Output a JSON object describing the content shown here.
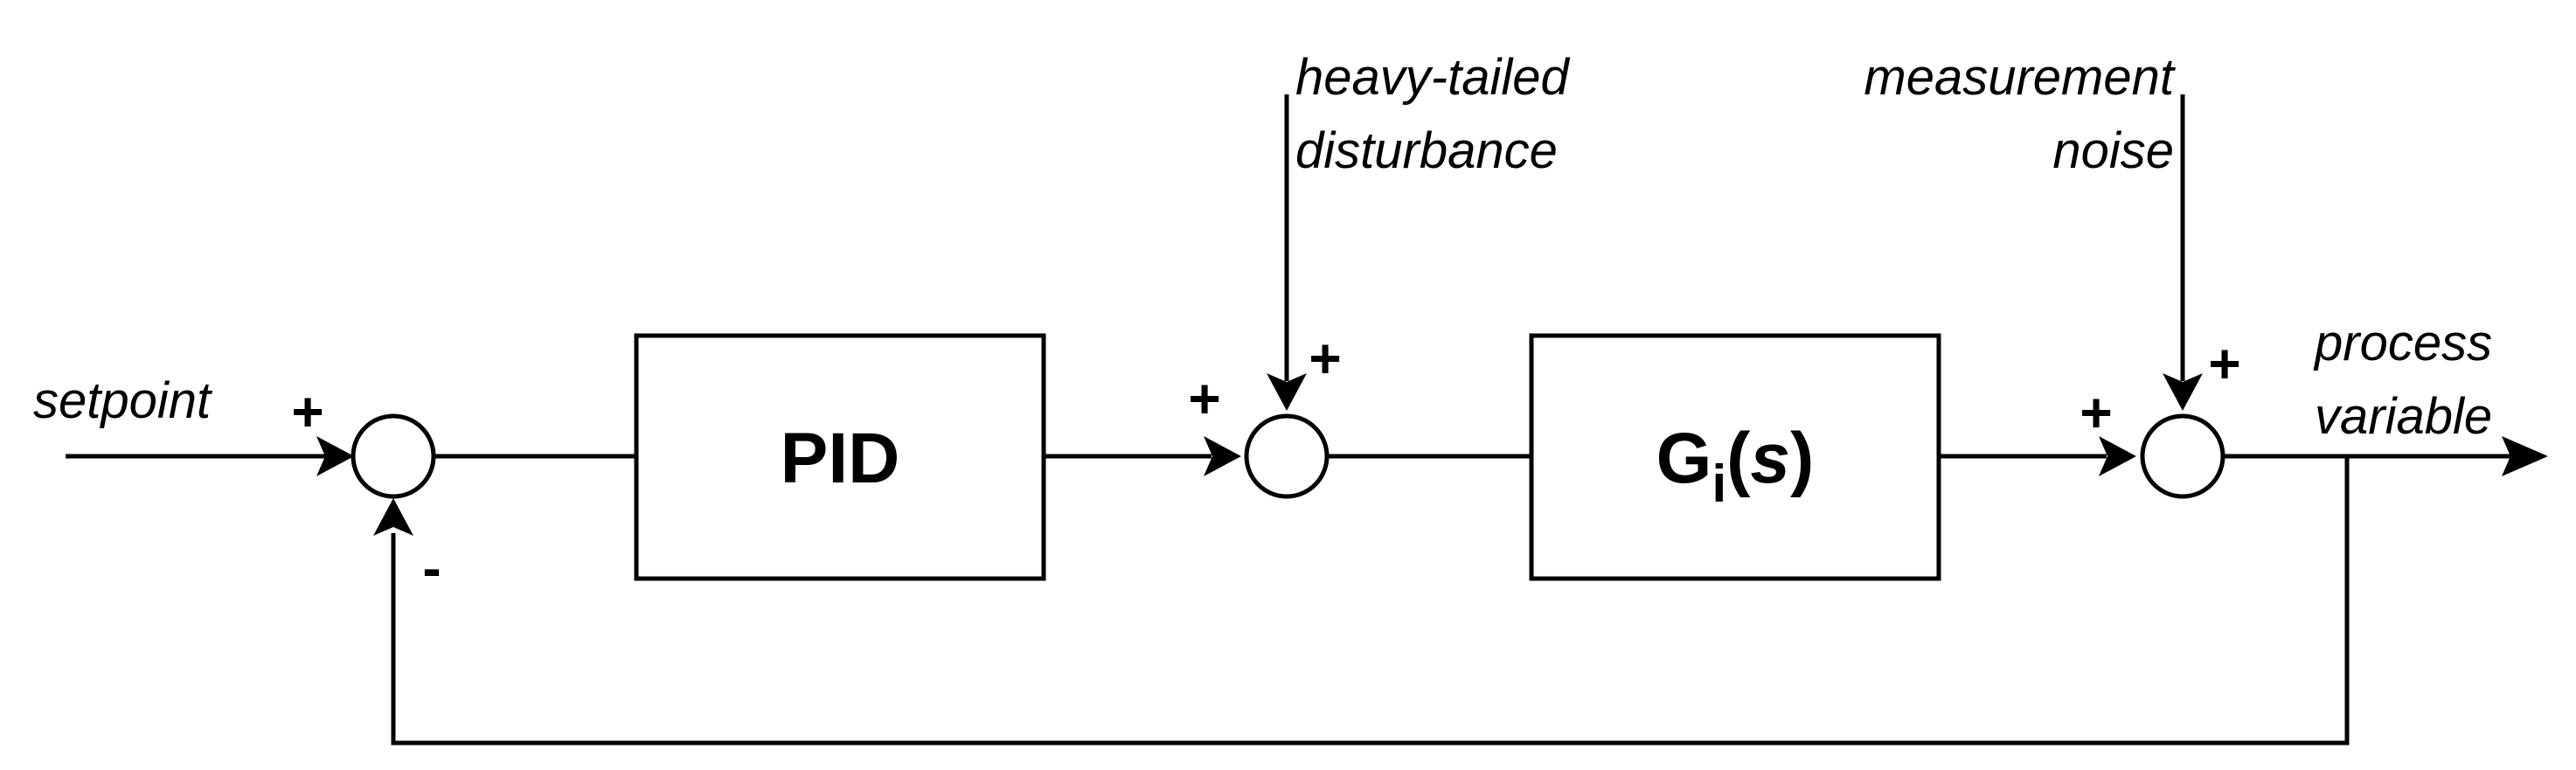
{
  "labels": {
    "setpoint": "setpoint",
    "disturbance_line1": "heavy-tailed",
    "disturbance_line2": "disturbance",
    "noise_line1": "measurement",
    "noise_line2": "noise",
    "output_line1": "process",
    "output_line2": "variable"
  },
  "blocks": {
    "controller": "PID",
    "plant_main": "G",
    "plant_sub": "i",
    "plant_open": "(",
    "plant_var": "s",
    "plant_close": ")"
  },
  "signs": {
    "sum1_setpoint": "+",
    "sum1_feedback": "-",
    "sum2_control": "+",
    "sum2_disturbance": "+",
    "sum3_plant": "+",
    "sum3_noise": "+"
  }
}
